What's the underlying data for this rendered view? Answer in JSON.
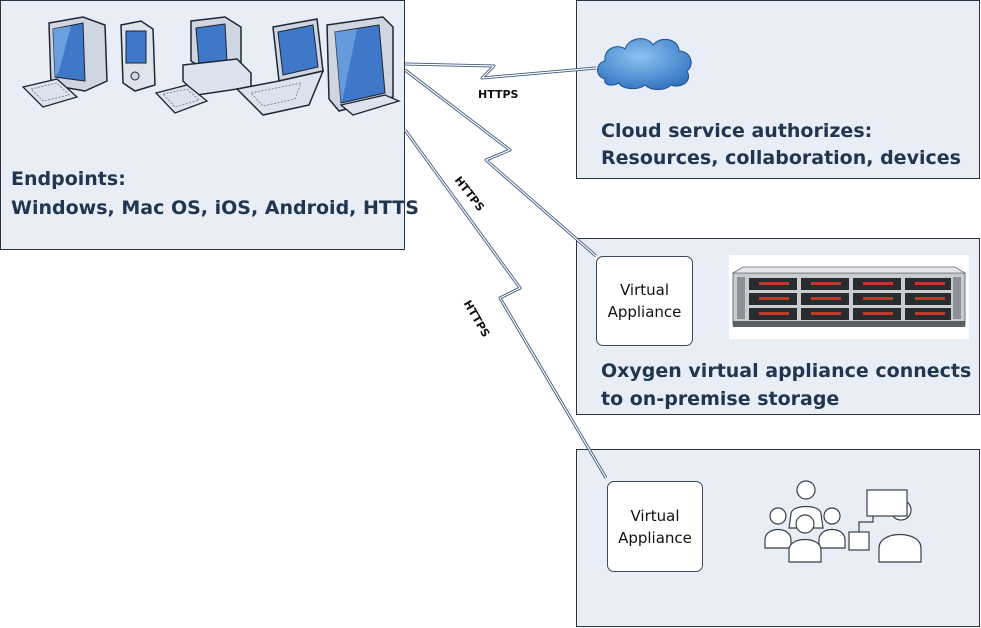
{
  "colors": {
    "panel_fill": "#e9edf5",
    "panel_border": "#2b3340",
    "caption_text": "#1f3550",
    "link_line": "#3d5a80",
    "cloud_blue": "#4a8fd4"
  },
  "endpoints": {
    "title": "Endpoints:",
    "subtitle": "Windows, Mac OS, iOS, Android, HTTS",
    "icons": [
      "desktop-computer-icon",
      "pda-icon",
      "desktop-computer-icon",
      "laptop-icon",
      "monitor-icon"
    ]
  },
  "cloud": {
    "line1": "Cloud service authorizes:",
    "line2": "Resources, collaboration, devices",
    "icon": "cloud-icon"
  },
  "storage": {
    "appliance_line1": "Virtual",
    "appliance_line2": "Appliance",
    "caption_line1": "Oxygen virtual appliance connects",
    "caption_line2": "to on-premise storage",
    "icon": "storage-array-icon"
  },
  "users": {
    "appliance_line1": "Virtual",
    "appliance_line2": "Appliance",
    "icon": "user-group-icon"
  },
  "links": [
    {
      "label": "HTTPS"
    },
    {
      "label": "HTTPS"
    },
    {
      "label": "HTTPS"
    }
  ]
}
